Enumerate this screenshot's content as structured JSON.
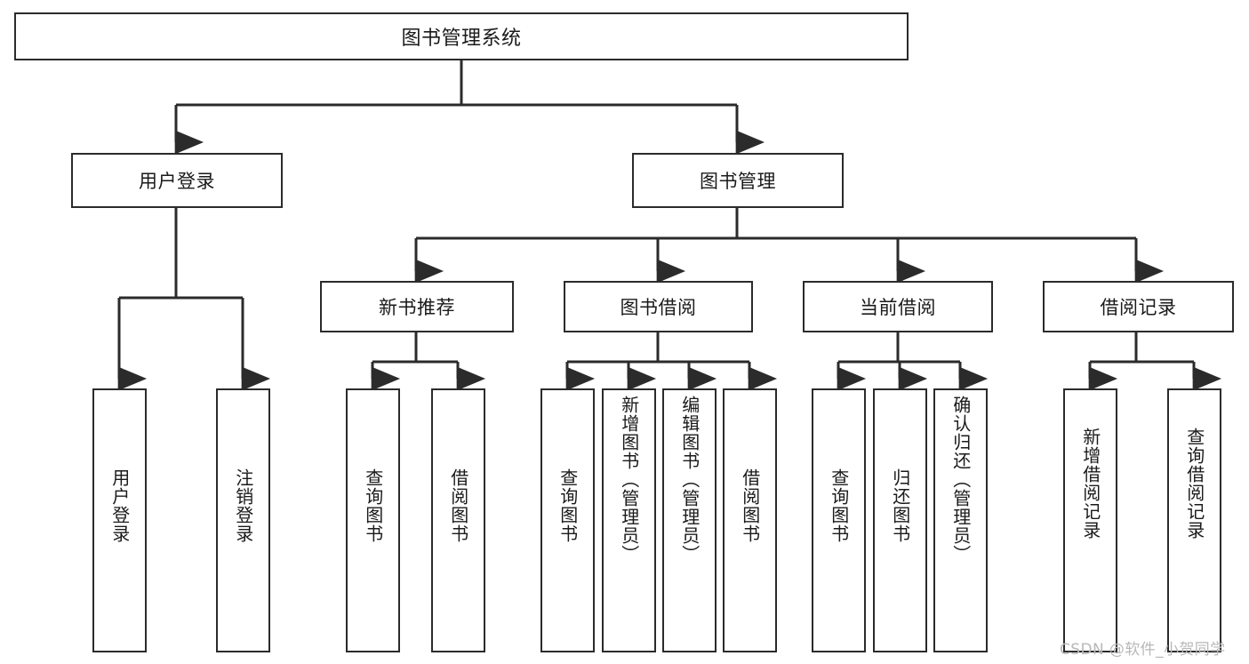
{
  "diagram": {
    "type": "hierarchy-tree",
    "title": "图书管理系统",
    "root": {
      "label": "图书管理系统"
    },
    "level1": [
      {
        "label": "用户登录"
      },
      {
        "label": "图书管理"
      }
    ],
    "level2": [
      {
        "label": "新书推荐",
        "parent": "图书管理"
      },
      {
        "label": "图书借阅",
        "parent": "图书管理"
      },
      {
        "label": "当前借阅",
        "parent": "图书管理"
      },
      {
        "label": "借阅记录",
        "parent": "图书管理"
      }
    ],
    "leaves": {
      "user_login": [
        {
          "label": "用户登录"
        },
        {
          "label": "注销登录"
        }
      ],
      "new_book_recommend": [
        {
          "label": "查询图书"
        },
        {
          "label": "借阅图书"
        }
      ],
      "book_borrow": [
        {
          "label": "查询图书"
        },
        {
          "label": "新增图书（管理员）"
        },
        {
          "label": "编辑图书（管理员）"
        },
        {
          "label": "借阅图书"
        }
      ],
      "current_borrow": [
        {
          "label": "查询图书"
        },
        {
          "label": "归还图书"
        },
        {
          "label": "确认归还（管理员）"
        }
      ],
      "borrow_record": [
        {
          "label": "新增借阅记录"
        },
        {
          "label": "查询借阅记录"
        }
      ]
    }
  },
  "watermark": {
    "text": "CSDN @软件_小贺同学"
  },
  "colors": {
    "stroke": "#2b2b2b",
    "background": "#ffffff",
    "text": "#1a1a1a",
    "watermark": "#b8b8b8"
  }
}
